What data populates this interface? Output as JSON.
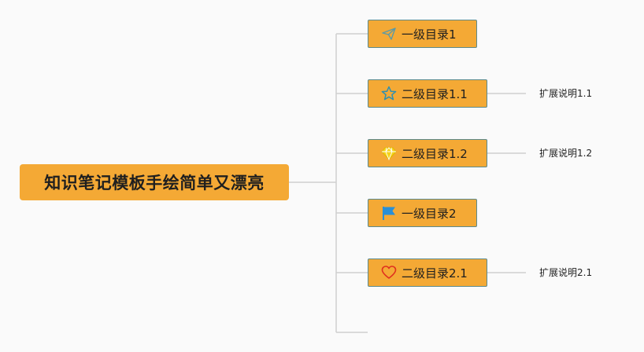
{
  "root": {
    "title": "知识笔记模板手绘简单又漂亮"
  },
  "nodes": [
    {
      "label": "一级目录1",
      "icon": "paper-plane-icon"
    },
    {
      "label": "二级目录1.1",
      "icon": "star-icon",
      "note": "扩展说明1.1"
    },
    {
      "label": "二级目录1.2",
      "icon": "diamond-icon",
      "note": "扩展说明1.2"
    },
    {
      "label": "一级目录2",
      "icon": "flag-icon"
    },
    {
      "label": "二级目录2.1",
      "icon": "heart-icon",
      "note": "扩展说明2.1"
    }
  ],
  "colors": {
    "node_fill": "#f4a935",
    "node_border": "#5b8a8e",
    "connector": "#d0d0d0",
    "star_icon": "#2f8fb0",
    "diamond_icon": "#f5d31a",
    "flag_icon": "#2a8fd6",
    "heart_icon": "#e0301e",
    "plane_icon": "#5a9aa8"
  }
}
